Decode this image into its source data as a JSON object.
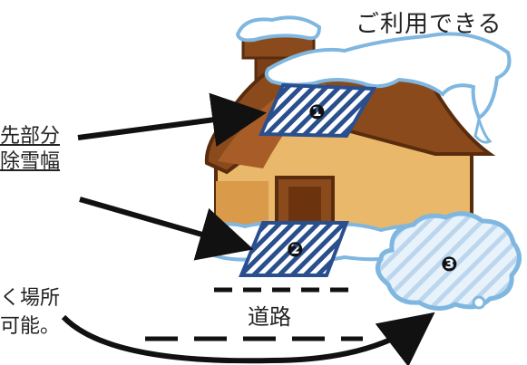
{
  "title_text": "ご利用できる",
  "label_roof_line1": "先部分",
  "label_roof_line2": "除雪幅",
  "label_place_line1": "く場所",
  "label_place_line2": "可能。",
  "road_label": "道路",
  "markers": {
    "roof": "❶",
    "front": "❷",
    "pile": "❸"
  },
  "colors": {
    "roof": "#8a4a1c",
    "wall": "#e9b86a",
    "snow": "#ffffff",
    "snow_outline": "#7fb7e0",
    "hatch": "#2a4f8f",
    "arrow": "#111111"
  }
}
